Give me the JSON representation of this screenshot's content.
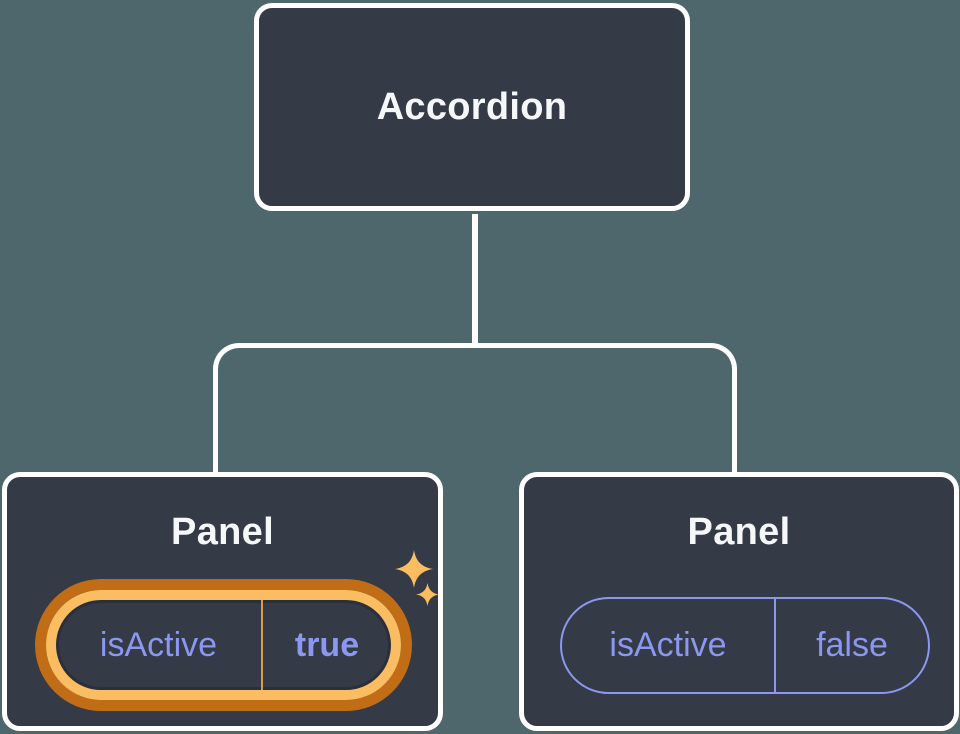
{
  "colors": {
    "background": "#4E676C",
    "node_fill": "#343A46",
    "node_border": "#FFFFFF",
    "connector": "#FFFFFF",
    "label_text": "#F6F7F9",
    "state_text": "#8B97F0",
    "pill_border": "#8B97F0",
    "highlight_gold": "#FABD62",
    "highlight_orange": "#C16D16",
    "divider_gold": "#E19A44"
  },
  "tree": {
    "root": {
      "label": "Accordion"
    },
    "children": [
      {
        "label": "Panel",
        "state": {
          "key": "isActive",
          "value": "true"
        },
        "highlighted": true
      },
      {
        "label": "Panel",
        "state": {
          "key": "isActive",
          "value": "false"
        },
        "highlighted": false
      }
    ]
  }
}
